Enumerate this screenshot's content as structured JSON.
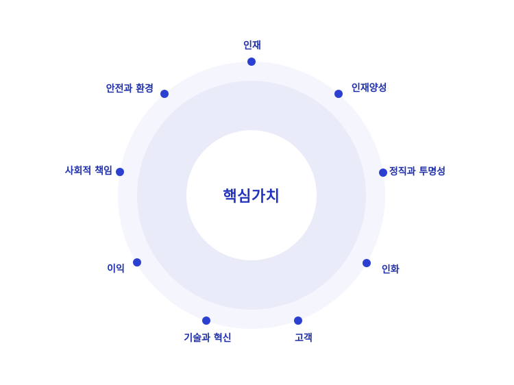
{
  "diagram": {
    "center": "핵심가치",
    "values": [
      "인재",
      "인재양성",
      "정직과 투명성",
      "인화",
      "고객",
      "기술과 혁신",
      "이익",
      "사회적 책임",
      "안전과 환경"
    ]
  }
}
